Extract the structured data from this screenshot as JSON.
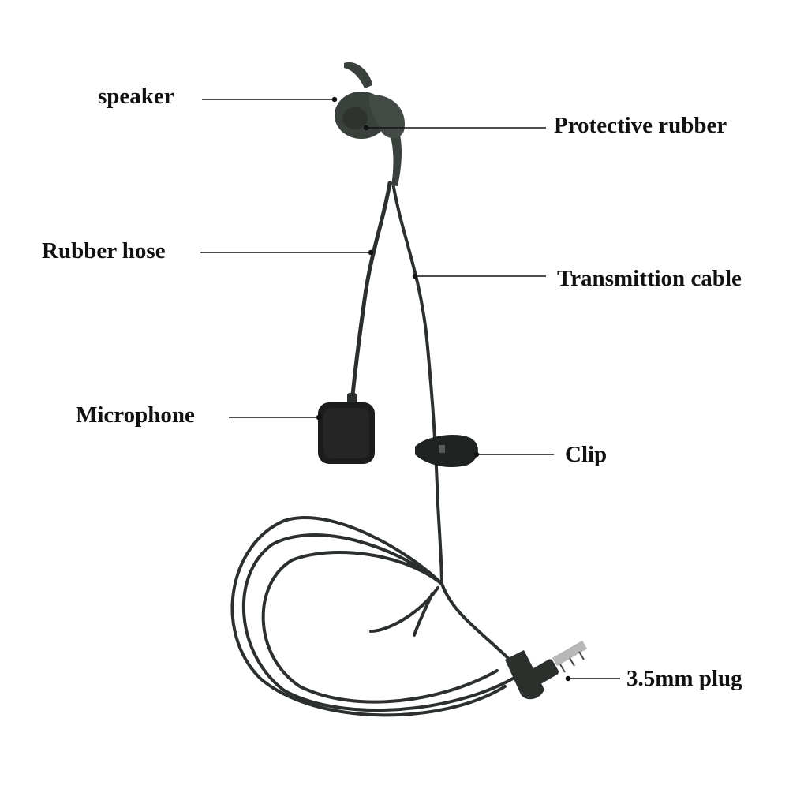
{
  "labels": {
    "speaker": "speaker",
    "protective_rubber": "Protective rubber",
    "rubber_hose": "Rubber hose",
    "transmission_cable": "Transmittion cable",
    "microphone": "Microphone",
    "clip": "Clip",
    "plug": "3.5mm plug"
  },
  "colors": {
    "background": "#ffffff",
    "label_text": "#111111",
    "leader_line": "#111111",
    "cable": "#2b302d",
    "earpiece": "#3a403c",
    "foam": "#1c1c1c",
    "plug_metal": "#b8b8b8"
  }
}
